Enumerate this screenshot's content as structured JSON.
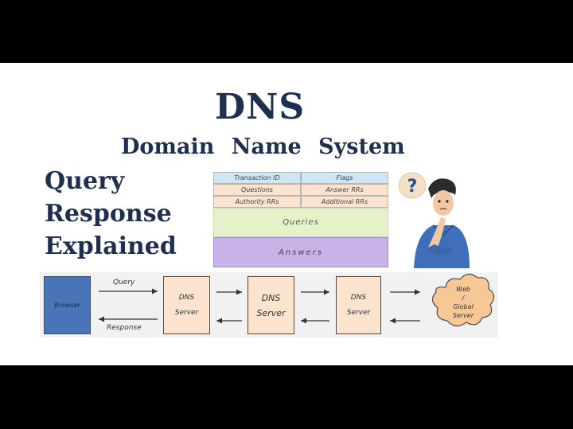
{
  "title": "DNS",
  "subtitle": "Domain  Name  System",
  "left_words": [
    "Query",
    "Response",
    "Explained"
  ],
  "header": {
    "rows": [
      [
        "Transaction ID",
        "Flags"
      ],
      [
        "Questions",
        "Answer RRs"
      ],
      [
        "Authority RRs",
        "Additional RRs"
      ]
    ],
    "queries": "Queries",
    "answers": "Answers"
  },
  "thought_bubble": "?",
  "flow": {
    "browser": "Browser",
    "query_label": "Query",
    "response_label": "Response",
    "server1": [
      "DNS",
      "Server"
    ],
    "server2": [
      "DNS",
      "Server"
    ],
    "server3": [
      "DNS",
      "Server"
    ],
    "cloud": [
      "Web",
      "/",
      "Global",
      "Server"
    ]
  },
  "colors": {
    "title": "#1f2f4f",
    "blue_row": "#cfe6f5",
    "peach": "#fbe3cd",
    "green": "#e5f2c9",
    "purple": "#c8b3e8",
    "browser": "#4a74b8",
    "cloud": "#f7c796"
  }
}
